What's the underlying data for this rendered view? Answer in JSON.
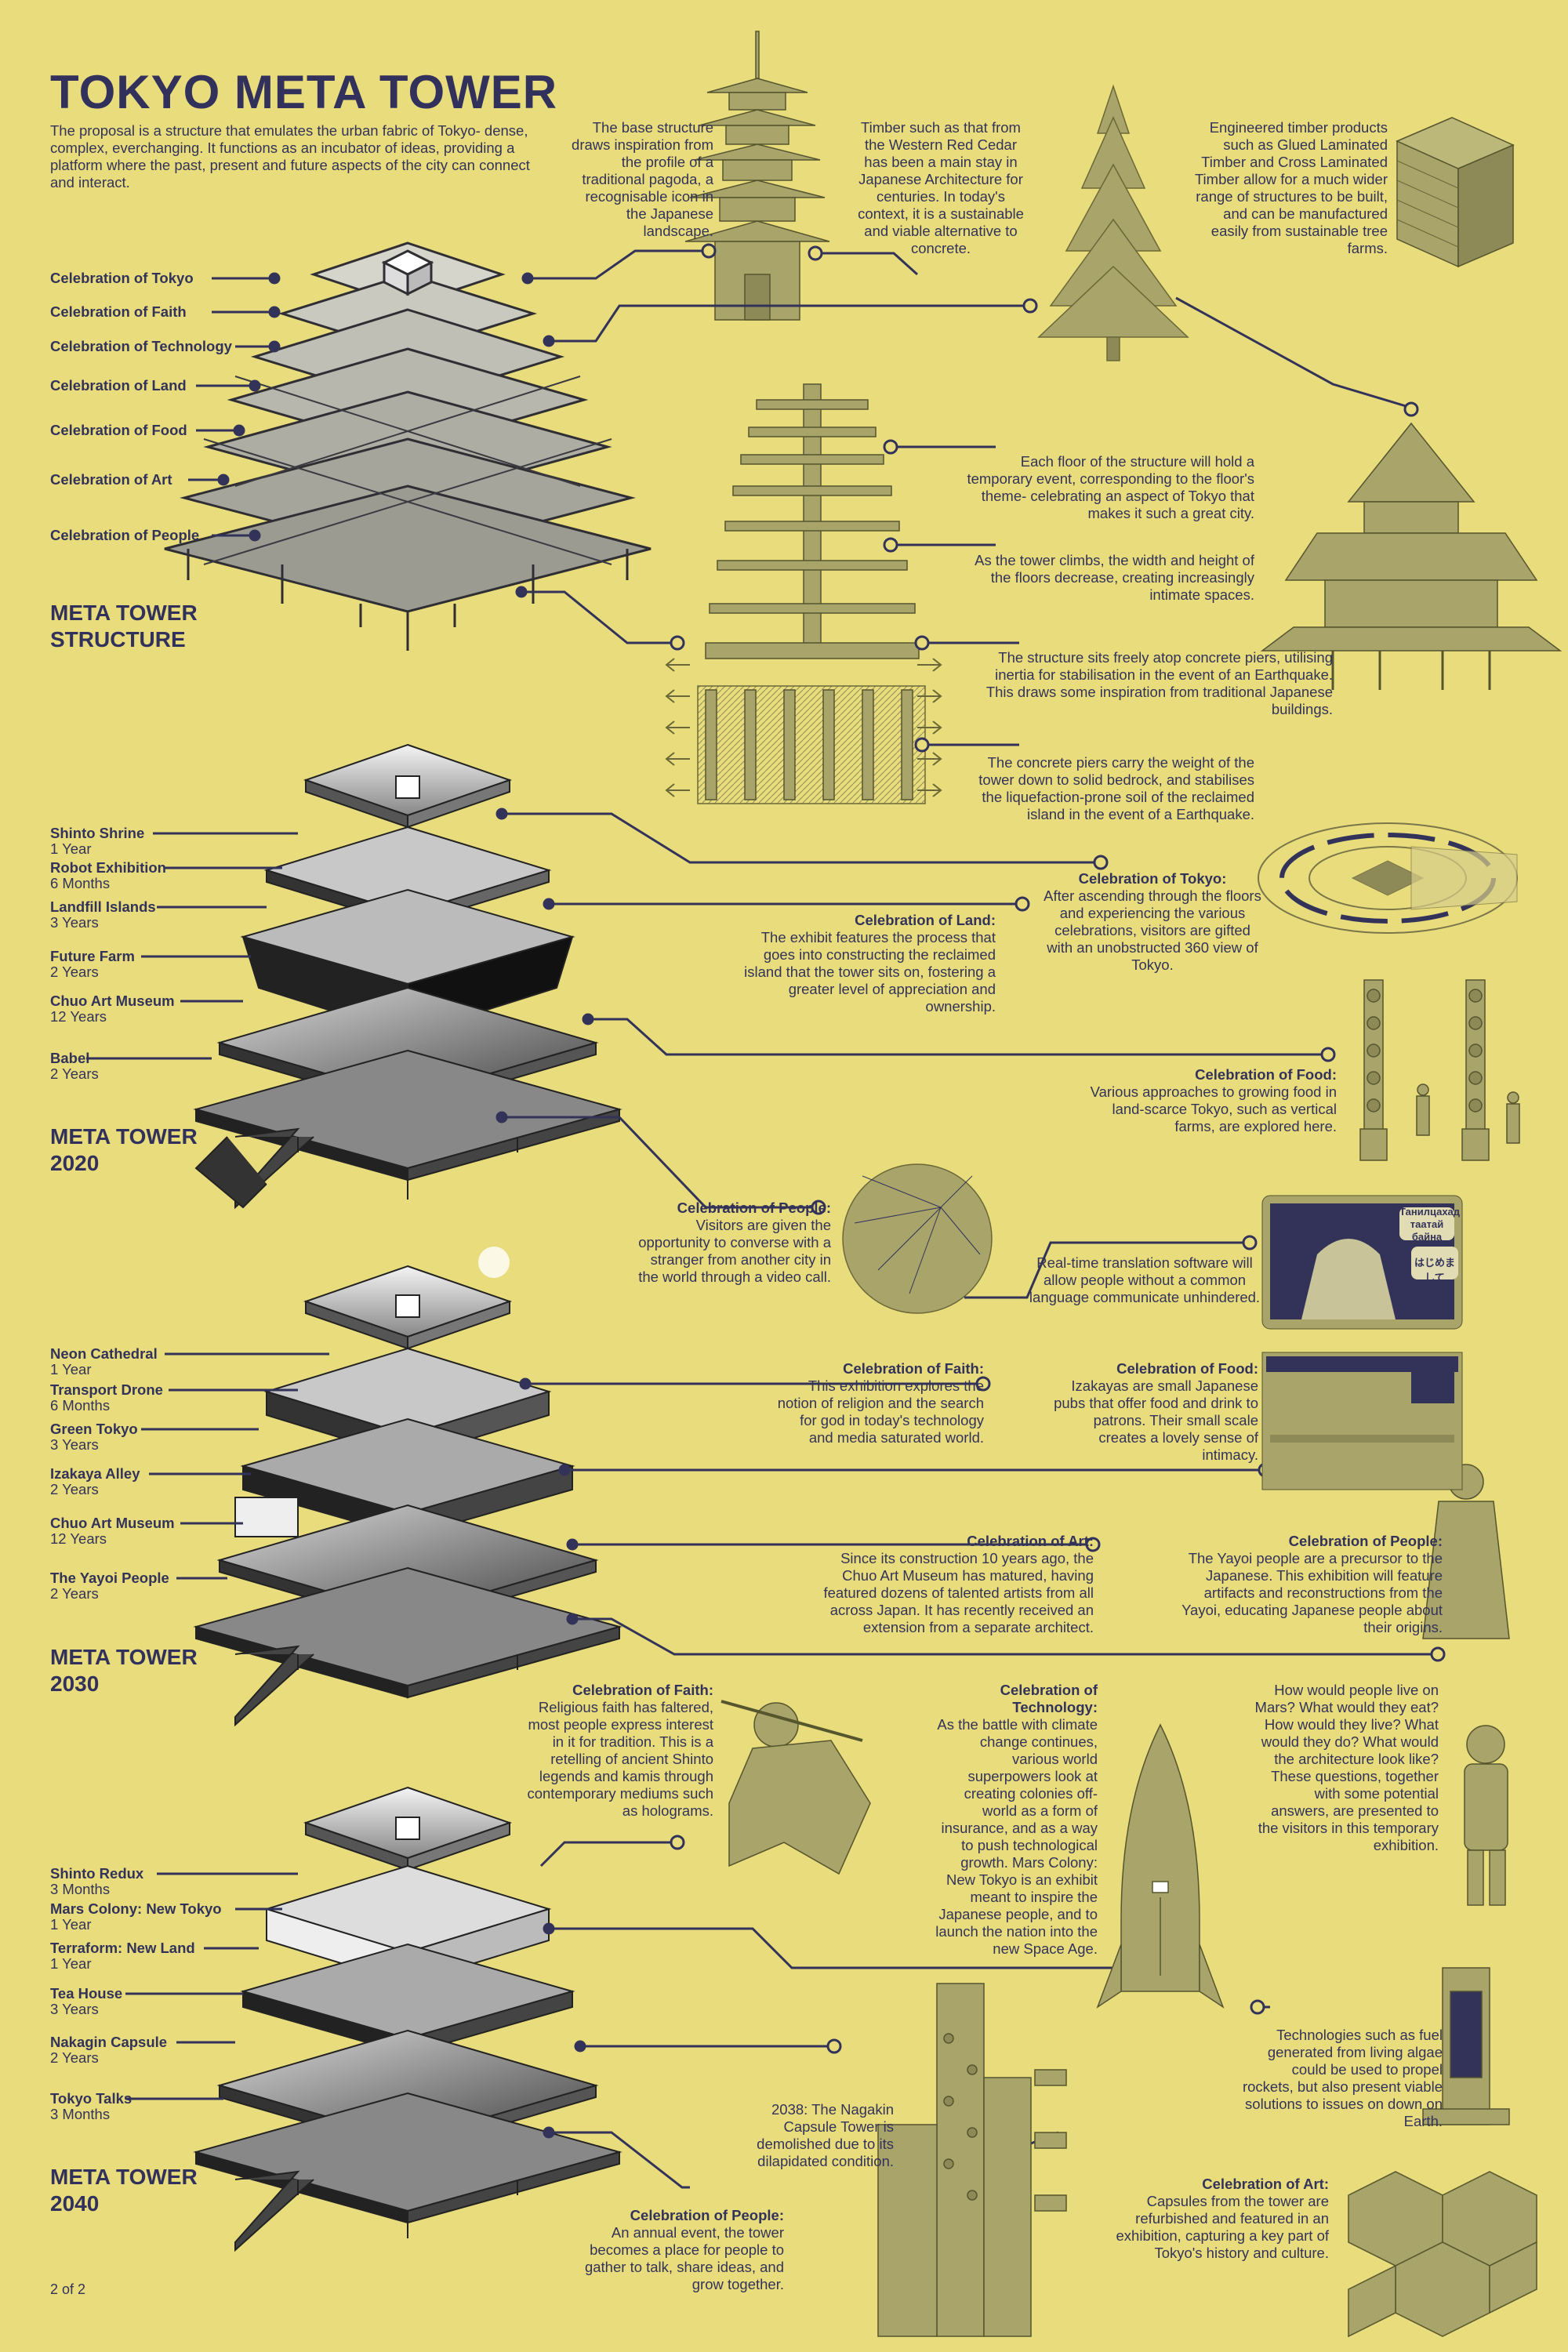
{
  "title": "TOKYO META TOWER",
  "intro": "The proposal is a structure that emulates the urban fabric of Tokyo- dense, complex, everchanging. It functions as an incubator of ideas, providing a platform where the past, present and future aspects of the city can connect and interact.",
  "sections": {
    "structure": [
      "META TOWER",
      "STRUCTURE"
    ],
    "y2020": [
      "META TOWER",
      "2020"
    ],
    "y2030": [
      "META TOWER",
      "2030"
    ],
    "y2040": [
      "META TOWER",
      "2040"
    ]
  },
  "structure_labels": [
    "Celebration of Tokyo",
    "Celebration of Faith",
    "Celebration of Technology",
    "Celebration of Land",
    "Celebration of Food",
    "Celebration of Art",
    "Celebration of People"
  ],
  "floors_2020": [
    {
      "name": "Shinto Shrine",
      "dur": "1 Year"
    },
    {
      "name": "Robot Exhibition",
      "dur": "6 Months"
    },
    {
      "name": "Landfill Islands",
      "dur": "3 Years"
    },
    {
      "name": "Future Farm",
      "dur": "2 Years"
    },
    {
      "name": "Chuo Art Museum",
      "dur": "12 Years"
    },
    {
      "name": "Babel",
      "dur": "2 Years"
    }
  ],
  "floors_2030": [
    {
      "name": "Neon Cathedral",
      "dur": "1 Year"
    },
    {
      "name": "Transport Drone",
      "dur": "6 Months"
    },
    {
      "name": "Green Tokyo",
      "dur": "3 Years"
    },
    {
      "name": "Izakaya Alley",
      "dur": "2 Years"
    },
    {
      "name": "Chuo Art Museum",
      "dur": "12 Years"
    },
    {
      "name": "The Yayoi People",
      "dur": "2 Years"
    }
  ],
  "floors_2040": [
    {
      "name": "Shinto Redux",
      "dur": "3 Months"
    },
    {
      "name": "Mars Colony: New Tokyo",
      "dur": "1 Year"
    },
    {
      "name": "Terraform: New Land",
      "dur": "1 Year"
    },
    {
      "name": "Tea House",
      "dur": "3 Years"
    },
    {
      "name": "Nakagin Capsule",
      "dur": "2 Years"
    },
    {
      "name": "Tokyo Talks",
      "dur": "3 Months"
    }
  ],
  "notes": {
    "pagoda": "The base structure draws inspiration from the profile of a traditional pagoda, a recognisable icon in the Japanese landscape.",
    "cedar": "Timber such as that from the Western Red Cedar has been a main stay in Japanese Architecture for centuries. In today's context, it is a sustainable and viable alternative to concrete.",
    "timber": "Engineered timber products such as Glued Laminated Timber and Cross Laminated Timber allow for a much wider range of structures to be built, and can be manufactured easily from sustainable tree farms.",
    "floors": "Each floor of the structure will hold a temporary event, corresponding to the floor's theme- celebrating an aspect of Tokyo that makes it such a great city.",
    "climb": "As the tower climbs, the width and height of the floors decrease, creating increasingly intimate spaces.",
    "piers": "The structure sits freely atop concrete piers, utilising inertia for stabilisation in the event of an Earthquake. This draws some inspiration from traditional Japanese buildings.",
    "bedrock": "The concrete piers carry the weight of the tower down to solid bedrock, and stabilises the liquefaction-prone soil of the reclaimed island in the event of a Earthquake.",
    "tokyo_t": "Celebration of Tokyo:",
    "tokyo": "After ascending through the floors and experiencing the various celebrations, visitors are gifted with an unobstructed 360 view of Tokyo.",
    "land_t": "Celebration of Land:",
    "land": "The exhibit features the process that goes into constructing the reclaimed island that the tower sits on, fostering a greater level of appreciation and ownership.",
    "food20_t": "Celebration of Food:",
    "food20": "Various approaches to growing food in land-scarce Tokyo, such as vertical farms, are explored here.",
    "people20_t": "Celebration of People:",
    "people20": "Visitors are given the opportunity to converse with a stranger from another city in the world through a video call.",
    "translate": "Real-time translation software will allow people without a common language communicate unhindered.",
    "bubble1": "Танилцахад таатай байна",
    "bubble2": "はじめまして",
    "faith30_t": "Celebration of Faith:",
    "faith30": "This exhibition explores the notion of religion and the search for god in today's technology and media saturated world.",
    "food30_t": "Celebration of Food:",
    "food30": "Izakayas are small Japanese pubs that offer food and drink to patrons. Their small scale creates a lovely sense of intimacy.",
    "art30_t": "Celebration of Art:",
    "art30": "Since its construction 10 years ago, the Chuo Art Museum has matured, having featured dozens of talented artists from all across Japan. It has recently received an extension from a separate architect.",
    "people30_t": "Celebration of People:",
    "people30": "The Yayoi people are a precursor to the Japanese. This exhibition will feature artifacts and reconstructions from the Yayoi, educating Japanese people about their origins.",
    "faith40_t": "Celebration of Faith:",
    "faith40": "Religious faith has faltered, most people express interest in it for tradition. This is a retelling of ancient Shinto legends and kamis through contemporary mediums such as holograms.",
    "tech40_t": "Celebration of Technology:",
    "tech40": "As the battle with climate change continues, various world superpowers look at creating colonies off-world as a form of insurance, and as a way to push technological growth. Mars Colony: New Tokyo is an exhibit meant to inspire the Japanese people, and to launch the nation into the new Space Age.",
    "mars": "How would people live on Mars? What would they eat? How would they live? What would they do? What would the architecture look like? These questions, together with some potential answers, are presented to the visitors in this temporary exhibition.",
    "algae": "Technologies such as fuel generated from living algae could be used to propel rockets, but also present viable solutions to issues on down on Earth.",
    "nagakin": "2038: The Nagakin Capsule Tower is demolished due to its dilapidated condition.",
    "art40_t": "Celebration of Art:",
    "art40": "Capsules from the tower are refurbished and featured in an exhibition, capturing a key part of Tokyo's history and culture.",
    "people40_t": "Celebration of People:",
    "people40": "An annual event, the tower becomes a place for people to gather to talk, share ideas, and grow together."
  },
  "page": "2 of 2",
  "colors": {
    "background": "#e8dc7c",
    "ink": "#33335a",
    "olive": "#a8a46a"
  }
}
